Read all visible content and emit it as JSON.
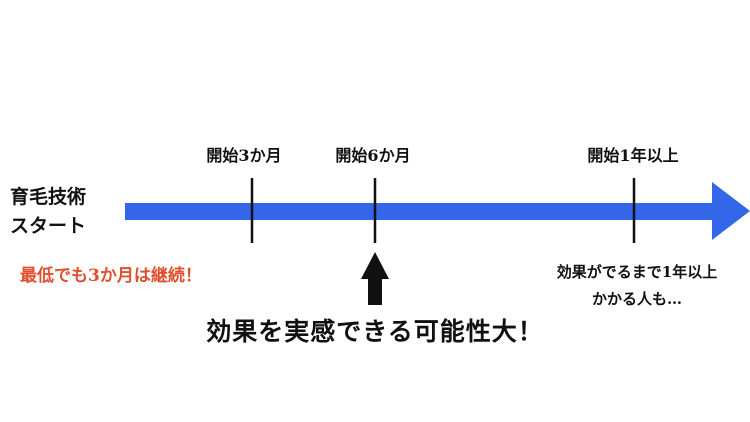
{
  "start_label": [
    "育毛技術",
    "スタート"
  ],
  "ticks": [
    {
      "label": "開始3か月"
    },
    {
      "label": "開始6か月"
    },
    {
      "label": "開始1年以上"
    }
  ],
  "warning": "最低でも3か月は継続！",
  "note": [
    "効果がでるまで1年以上",
    "かかる人も…"
  ],
  "headline": "効果を実感できる可能性大！",
  "colors": {
    "timeline": "#3366e8",
    "warning": "#e0502d",
    "text": "#111111"
  }
}
